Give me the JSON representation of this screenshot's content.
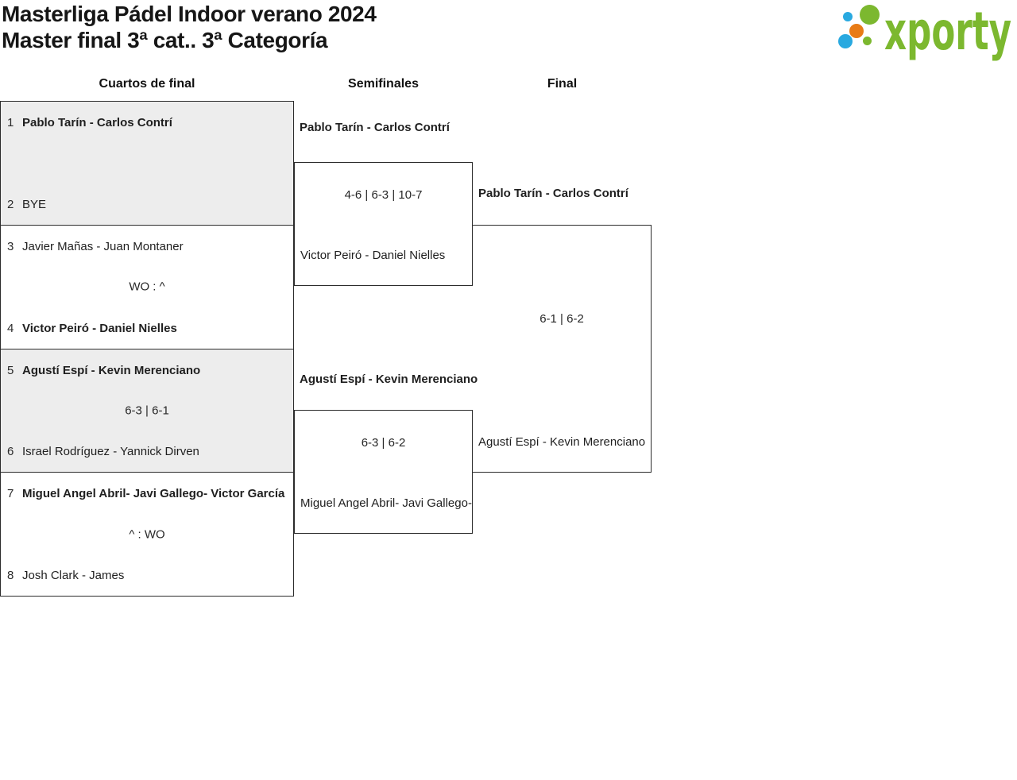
{
  "header": {
    "title_line1": "Masterliga Pádel Indoor verano 2024",
    "title_line2": "Master final 3ª cat.. 3ª Categoría",
    "logo_text": "xporty",
    "logo_colors": {
      "green": "#7cb82f",
      "blue": "#29a9e0",
      "orange": "#e87b16"
    }
  },
  "columns": [
    {
      "label": "Cuartos de final"
    },
    {
      "label": "Semifinales"
    },
    {
      "label": "Final"
    }
  ],
  "bracket": {
    "quarterfinals": [
      {
        "team1": {
          "seed": "1",
          "name": "Pablo Tarín - Carlos Contrí",
          "winner": true
        },
        "score": "",
        "team2": {
          "seed": "2",
          "name": "BYE",
          "winner": false
        }
      },
      {
        "team1": {
          "seed": "3",
          "name": "Javier Mañas - Juan Montaner",
          "winner": false
        },
        "score": "WO : ^",
        "team2": {
          "seed": "4",
          "name": "Victor Peiró - Daniel Nielles",
          "winner": true
        }
      },
      {
        "team1": {
          "seed": "5",
          "name": "Agustí Espí - Kevin Merenciano",
          "winner": true
        },
        "score": "6-3 | 6-1",
        "team2": {
          "seed": "6",
          "name": "Israel Rodríguez - Yannick Dirven",
          "winner": false
        }
      },
      {
        "team1": {
          "seed": "7",
          "name": "Miguel Angel Abril- Javi Gallego- Victor García",
          "winner": true
        },
        "score": "^ : WO",
        "team2": {
          "seed": "8",
          "name": "Josh Clark - James",
          "winner": false
        }
      }
    ],
    "semifinals": [
      {
        "team1": {
          "name": "Pablo Tarín - Carlos Contrí",
          "winner": true
        },
        "score": "4-6 | 6-3 | 10-7",
        "team2": {
          "name": "Victor Peiró - Daniel Nielles",
          "winner": false
        }
      },
      {
        "team1": {
          "name": "Agustí Espí - Kevin Merenciano",
          "winner": true
        },
        "score": "6-3 | 6-2",
        "team2": {
          "name": "Miguel Angel Abril- Javi Gallego- Victor García",
          "winner": false
        }
      }
    ],
    "final": {
      "team1": {
        "name": "Pablo Tarín - Carlos Contrí",
        "winner": true
      },
      "score": "6-1 | 6-2",
      "team2": {
        "name": "Agustí Espí - Kevin Merenciano",
        "winner": false
      }
    }
  }
}
